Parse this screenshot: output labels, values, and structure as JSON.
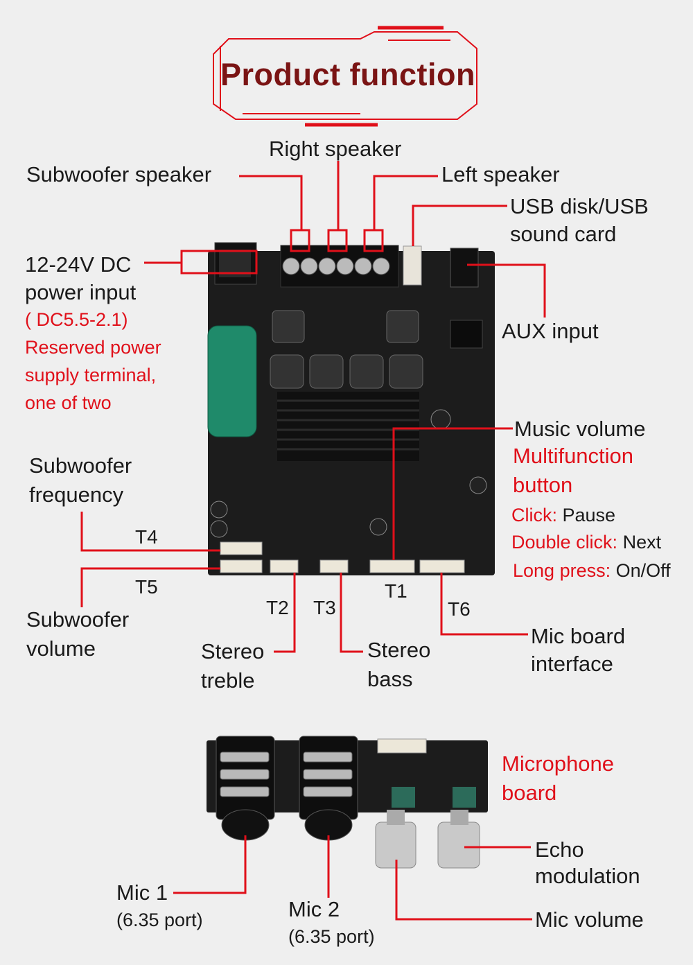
{
  "title": "Product function",
  "labels": {
    "right_speaker": "Right speaker",
    "subwoofer_speaker": "Subwoofer speaker",
    "left_speaker": "Left speaker",
    "usb_line1": "USB disk/USB",
    "usb_line2": "sound card",
    "power_line1": "12-24V DC",
    "power_line2": "power input",
    "power_spec": "( DC5.5-2.1)",
    "reserved_line1": "Reserved power",
    "reserved_line2": "supply terminal,",
    "reserved_line3": "one of two",
    "aux_input": "AUX input",
    "music_volume": "Music volume",
    "multi_line1": "Multifunction",
    "multi_line2": "button",
    "click_key": "Click:",
    "click_val": " Pause",
    "double_key": "Double click:",
    "double_val": " Next",
    "long_key": "Long press:",
    "long_val": " On/Off",
    "sub_freq_line1": "Subwoofer",
    "sub_freq_line2": "frequency",
    "sub_vol_line1": "Subwoofer",
    "sub_vol_line2": "volume",
    "stereo_treble_line1": "Stereo",
    "stereo_treble_line2": "treble",
    "stereo_bass_line1": "Stereo",
    "stereo_bass_line2": "bass",
    "mic_board_line1": "Mic board",
    "mic_board_line2": "interface",
    "microphone_line1": "Microphone",
    "microphone_line2": "board",
    "echo_line1": "Echo",
    "echo_line2": "modulation",
    "mic_volume": "Mic volume",
    "mic1": "Mic 1",
    "mic1_port": "(6.35 port)",
    "mic2": "Mic 2",
    "mic2_port": "(6.35 port)"
  },
  "terminals": {
    "t1": "T1",
    "t2": "T2",
    "t3": "T3",
    "t4": "T4",
    "t5": "T5",
    "t6": "T6"
  },
  "colors": {
    "accent": "#e0101a",
    "title": "#7a1414",
    "board": "#1c1c1c",
    "capacitor": "#1f8a6a"
  }
}
